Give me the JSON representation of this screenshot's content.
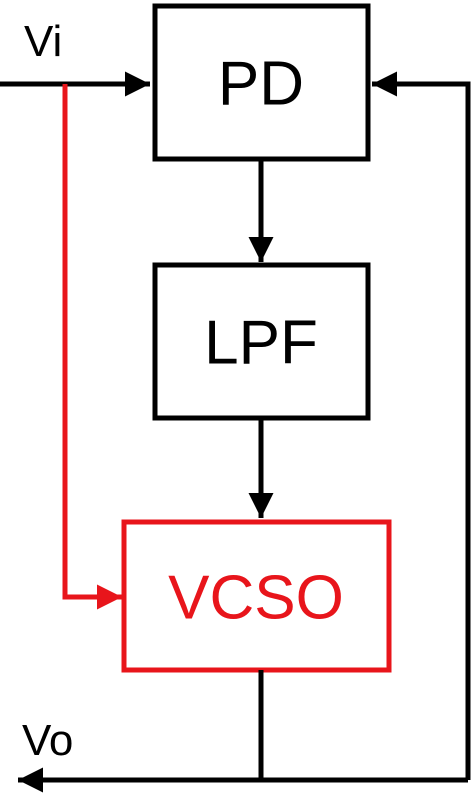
{
  "blocks": {
    "pd": {
      "label": "PD"
    },
    "lpf": {
      "label": "LPF"
    },
    "vcso": {
      "label": "VCSO"
    }
  },
  "signals": {
    "input": {
      "label": "Vi"
    },
    "output": {
      "label": "Vo"
    }
  },
  "colors": {
    "black": "#000000",
    "highlight": "#e8151b"
  }
}
